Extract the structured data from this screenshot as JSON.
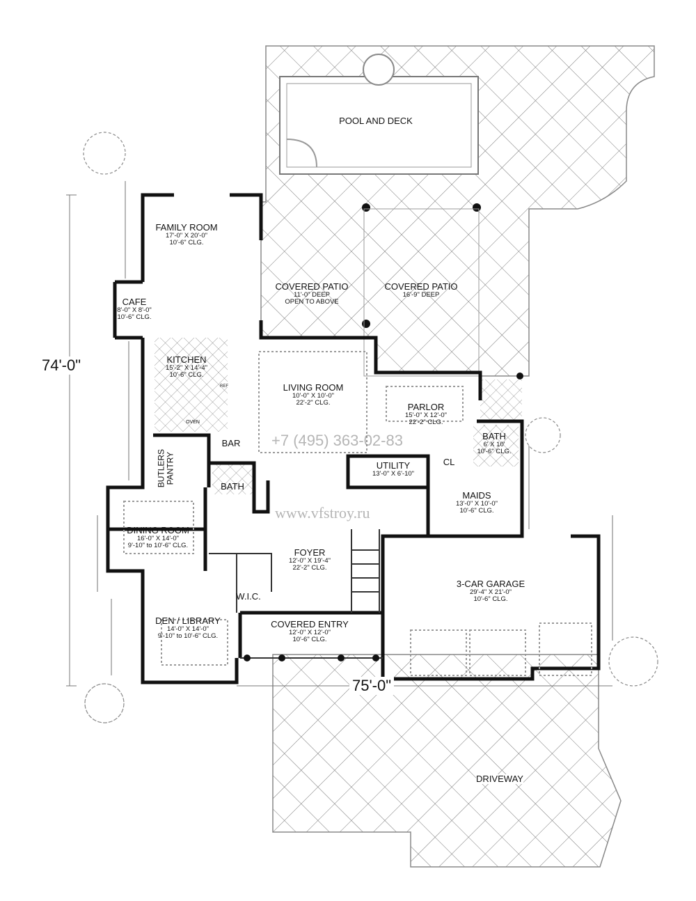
{
  "rooms": {
    "pool": {
      "name": "POOL AND DECK"
    },
    "family": {
      "name": "FAMILY ROOM",
      "size": "17'-0\" X 20'-0\"",
      "clg": "10'-6\" CLG."
    },
    "cafe": {
      "name": "CAFE",
      "size": "8'-0\" X 8'-0\"",
      "clg": "10'-6\" CLG."
    },
    "patio1": {
      "name": "COVERED PATIO",
      "size": "11'-0\" DEEP",
      "clg": "OPEN TO ABOVE"
    },
    "patio2": {
      "name": "COVERED PATIO",
      "size": "16'-9\" DEEP"
    },
    "kitchen": {
      "name": "KITCHEN",
      "size": "15'-2\" X 14'-4\"",
      "clg": "10'-6\" CLG."
    },
    "living": {
      "name": "LIVING ROOM",
      "size": "10'-0\" X 10'-0\"",
      "clg": "22'-2\" CLG."
    },
    "parlor": {
      "name": "PARLOR",
      "size": "15'-0\" X 12'-0\"",
      "clg": "22'-2\" CLG."
    },
    "bath2": {
      "name": "BATH",
      "size": "6' X 10'",
      "clg": "10'-6\" CLG."
    },
    "butlers": {
      "name": "BUTLERS PANTRY"
    },
    "bar": {
      "name": "BAR"
    },
    "bath1": {
      "name": "BATH"
    },
    "utility": {
      "name": "UTILITY",
      "size": "13'-0\" X 6'-10\""
    },
    "cl": {
      "name": "CL"
    },
    "maids": {
      "name": "MAIDS",
      "size": "13'-0\" X 10'-0\"",
      "clg": "10'-6\" CLG."
    },
    "dining": {
      "name": "DINING ROOM",
      "size": "16'-0\" X 14'-0\"",
      "clg": "9'-10\" to 10'-6\" CLG."
    },
    "foyer": {
      "name": "FOYER",
      "size": "12'-0\" X 19'-4\"",
      "clg": "22'-2\" CLG."
    },
    "wic": {
      "name": "W.I.C."
    },
    "garage": {
      "name": "3-CAR GARAGE",
      "size": "29'-4\" X 21'-0\"",
      "clg": "10'-6\" CLG."
    },
    "den": {
      "name": "DEN / LIBRARY",
      "size": "14'-0\" X 14'-0\"",
      "clg": "9'-10\" to 10'-6\" CLG."
    },
    "entry": {
      "name": "COVERED ENTRY",
      "size": "12'-0\" X 12'-0\"",
      "clg": "10'-6\" CLG."
    },
    "driveway": {
      "name": "DRIVEWAY"
    }
  },
  "fixtures": {
    "oven": "OVEN",
    "ref": "REF"
  },
  "dimensions": {
    "depth": "74'-0\"",
    "width": "75'-0\""
  },
  "watermark": {
    "phone": "+7 (495) 363-02-83",
    "url": "www.vfstroy.ru"
  }
}
